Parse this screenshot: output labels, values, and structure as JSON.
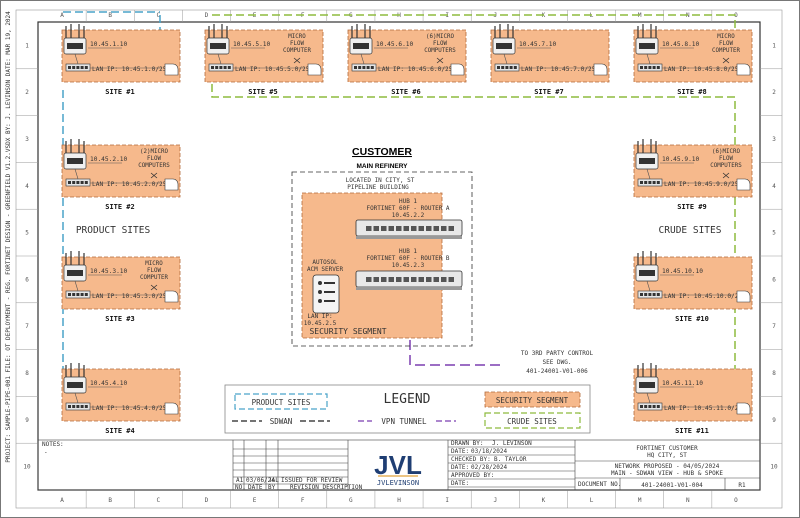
{
  "colors": {
    "site_fill": "#f6b98c",
    "site_stroke": "#b26a3a",
    "product": "#4aa3c9",
    "crude": "#8dbb3e",
    "vpn": "#7b3fb0",
    "sdwan": "#222222"
  },
  "grid": {
    "columns": [
      "A",
      "B",
      "C",
      "D",
      "E",
      "F",
      "G",
      "H",
      "I",
      "J",
      "K",
      "L",
      "M",
      "N",
      "O"
    ],
    "rows": [
      "1",
      "2",
      "3",
      "4",
      "5",
      "6",
      "7",
      "8",
      "9",
      "10"
    ]
  },
  "side_text": "PROJECT: SAMPLE-PIPE-001   FILE: OT DEPLOYMENT - REG. FORTINET DESIGN - GREENFIELD V1.2.VSDX   BY: J. LEVINSON   DATE: MAR 19, 2024",
  "sites": [
    {
      "name": "SITE #1",
      "ip": "10.45.1.10",
      "lan": "LAN IP: 10.45.1.0/25",
      "note": ""
    },
    {
      "name": "SITE #5",
      "ip": "10.45.5.10",
      "lan": "LAN IP: 10.45.5.0/25",
      "note": "MICRO FLOW COMPUTER"
    },
    {
      "name": "SITE #6",
      "ip": "10.45.6.10",
      "lan": "LAN IP: 10.45.6.0/25",
      "note": "(6)MICRO FLOW COMPUTERS"
    },
    {
      "name": "SITE #7",
      "ip": "10.45.7.10",
      "lan": "LAN IP: 10.45.7.0/25",
      "note": ""
    },
    {
      "name": "SITE #8",
      "ip": "10.45.8.10",
      "lan": "LAN IP: 10.45.8.0/25",
      "note": "MICRO FLOW COMPUTER"
    },
    {
      "name": "SITE #2",
      "ip": "10.45.2.10",
      "lan": "LAN IP: 10.45.2.0/25",
      "note": "(2)MICRO FLOW COMPUTERS"
    },
    {
      "name": "SITE #9",
      "ip": "10.45.9.10",
      "lan": "LAN IP: 10.45.9.0/25",
      "note": "(6)MICRO FLOW COMPUTERS"
    },
    {
      "name": "SITE #3",
      "ip": "10.45.3.10",
      "lan": "LAN IP: 10.45.3.0/25",
      "note": "MICRO FLOW COMPUTER"
    },
    {
      "name": "SITE #10",
      "ip": "10.45.10.10",
      "lan": "LAN IP: 10.45.10.0/25",
      "note": ""
    },
    {
      "name": "SITE #4",
      "ip": "10.45.4.10",
      "lan": "LAN IP: 10.45.4.0/25",
      "note": ""
    },
    {
      "name": "SITE #11",
      "ip": "10.45.11.10",
      "lan": "LAN IP: 10.45.11.0/25",
      "note": ""
    }
  ],
  "customer": {
    "title": "CUSTOMER",
    "subtitle": "MAIN REFINERY",
    "location": "LOCATED IN CITY, ST",
    "building": "PIPELINE BUILDING",
    "hub_a": {
      "line1": "HUB 1",
      "line2": "FORTINET 60F - ROUTER A",
      "line3": "10.45.2.2"
    },
    "hub_b": {
      "line1": "HUB 1",
      "line2": "FORTINET 60F - ROUTER B",
      "line3": "10.45.2.3"
    },
    "server_line1": "AUTOSOL",
    "server_line2": "ACM SERVER",
    "lan_line1": "LAN IP:",
    "lan_line2": "10.45.2.5",
    "segment_label": "SECURITY SEGMENT"
  },
  "group_labels": {
    "product": "PRODUCT SITES",
    "crude": "CRUDE SITES"
  },
  "third_party": {
    "line1": "TO 3RD PARTY CONTROL",
    "line2": "SEE DWG.",
    "line3": "401-24001-V01-006"
  },
  "legend": {
    "title": "LEGEND",
    "product": "PRODUCT SITES",
    "security": "SECURITY SEGMENT",
    "sdwan": "SDWAN",
    "vpn": "VPN TUNNEL",
    "crude": "CRUDE SITES"
  },
  "title_block": {
    "notes_label": "NOTES:",
    "notes_value": "-",
    "rev_rows": [
      {
        "rev": "A1",
        "date": "03/06/24",
        "by": "JAL",
        "desc": "ISSUED FOR REVIEW"
      }
    ],
    "rev_header": {
      "rev": "NO.",
      "date": "DATE",
      "by": "BY",
      "desc": "REVISION DESCRIPTION"
    },
    "logo": "JVL",
    "logo_sub": "JVLEVINSON",
    "drawn_by_label": "DRAWN BY:",
    "drawn_by": "J. LEVINSON",
    "date1_label": "DATE:",
    "date1": "03/18/2024",
    "checked_by_label": "CHECKED BY:",
    "checked_by": "B. TAYLOR",
    "date2_label": "DATE:",
    "date2": "02/28/2024",
    "approved_label": "APPROVED BY:",
    "approved": "",
    "date3_label": "DATE:",
    "date3": "",
    "customer": "FORTINET CUSTOMER",
    "city": "HQ CITY, ST",
    "proposal": "NETWORK PROPOSED - 04/05/2024",
    "view": "MAIN - SDWAN VIEW - HUB & SPOKE",
    "doc_label": "DOCUMENT NO.",
    "doc_no": "401-24001-V01-004",
    "rev": "R1"
  }
}
